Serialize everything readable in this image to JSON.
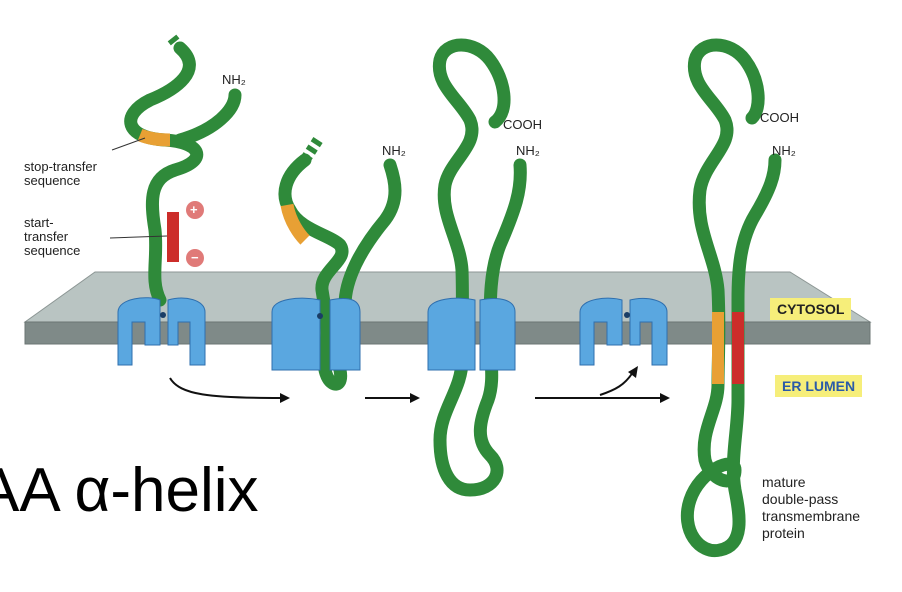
{
  "labels": {
    "nh2": "NH₂",
    "cooh": "COOH",
    "stop_transfer": [
      "stop-transfer",
      "sequence"
    ],
    "start_transfer": [
      "start-",
      "transfer",
      "sequence"
    ],
    "cytosol": "CYTOSOL",
    "er_lumen": "ER LUMEN",
    "mature_protein": [
      "mature",
      "double-pass",
      "transmembrane",
      "protein"
    ],
    "plus": "+",
    "minus": "−",
    "background_text": "AA α-helix"
  },
  "colors": {
    "chain": "#2f8a3a",
    "stop_transfer_segment": "#e8a034",
    "start_transfer_segment": "#cc2d2a",
    "membrane_top": "#b9c4c2",
    "membrane_edge": "#7a8583",
    "translocon": "#5aa7e0",
    "translocon_dark": "#3b7fc0",
    "cytosol_tag_bg": "#f6ee7a",
    "er_tag_bg": "#f6ee7a"
  }
}
